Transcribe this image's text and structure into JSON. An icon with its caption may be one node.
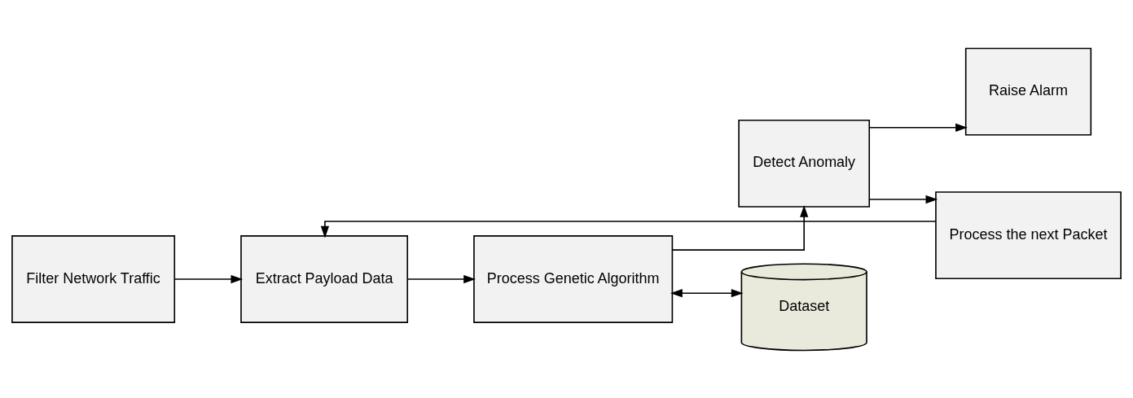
{
  "diagram": {
    "nodes": [
      {
        "text": [
          "Filter Network Traffic"
        ]
      },
      {
        "text": [
          "Extract Payload Data"
        ]
      },
      {
        "text": [
          "Process Genetic Algorithm"
        ]
      },
      {
        "text": [
          "Detect Anomaly"
        ]
      },
      {
        "text": [
          "Raise Alarm"
        ]
      },
      {
        "text": [
          "Dataset"
        ]
      },
      {
        "text": [
          "Process the next Packet"
        ]
      }
    ],
    "edges": [
      {
        "from": 0,
        "to": 1,
        "arrow": "to"
      },
      {
        "from": 1,
        "to": 2,
        "arrow": "to"
      },
      {
        "from": 2,
        "to": 3,
        "arrow": "to"
      },
      {
        "from": 3,
        "to": 4,
        "arrow": "to"
      },
      {
        "from": 2,
        "to": 5,
        "arrow": "both"
      },
      {
        "from": 3,
        "to": 6,
        "arrow": "to"
      },
      {
        "from": 6,
        "to": 1,
        "arrow": "to"
      }
    ]
  }
}
